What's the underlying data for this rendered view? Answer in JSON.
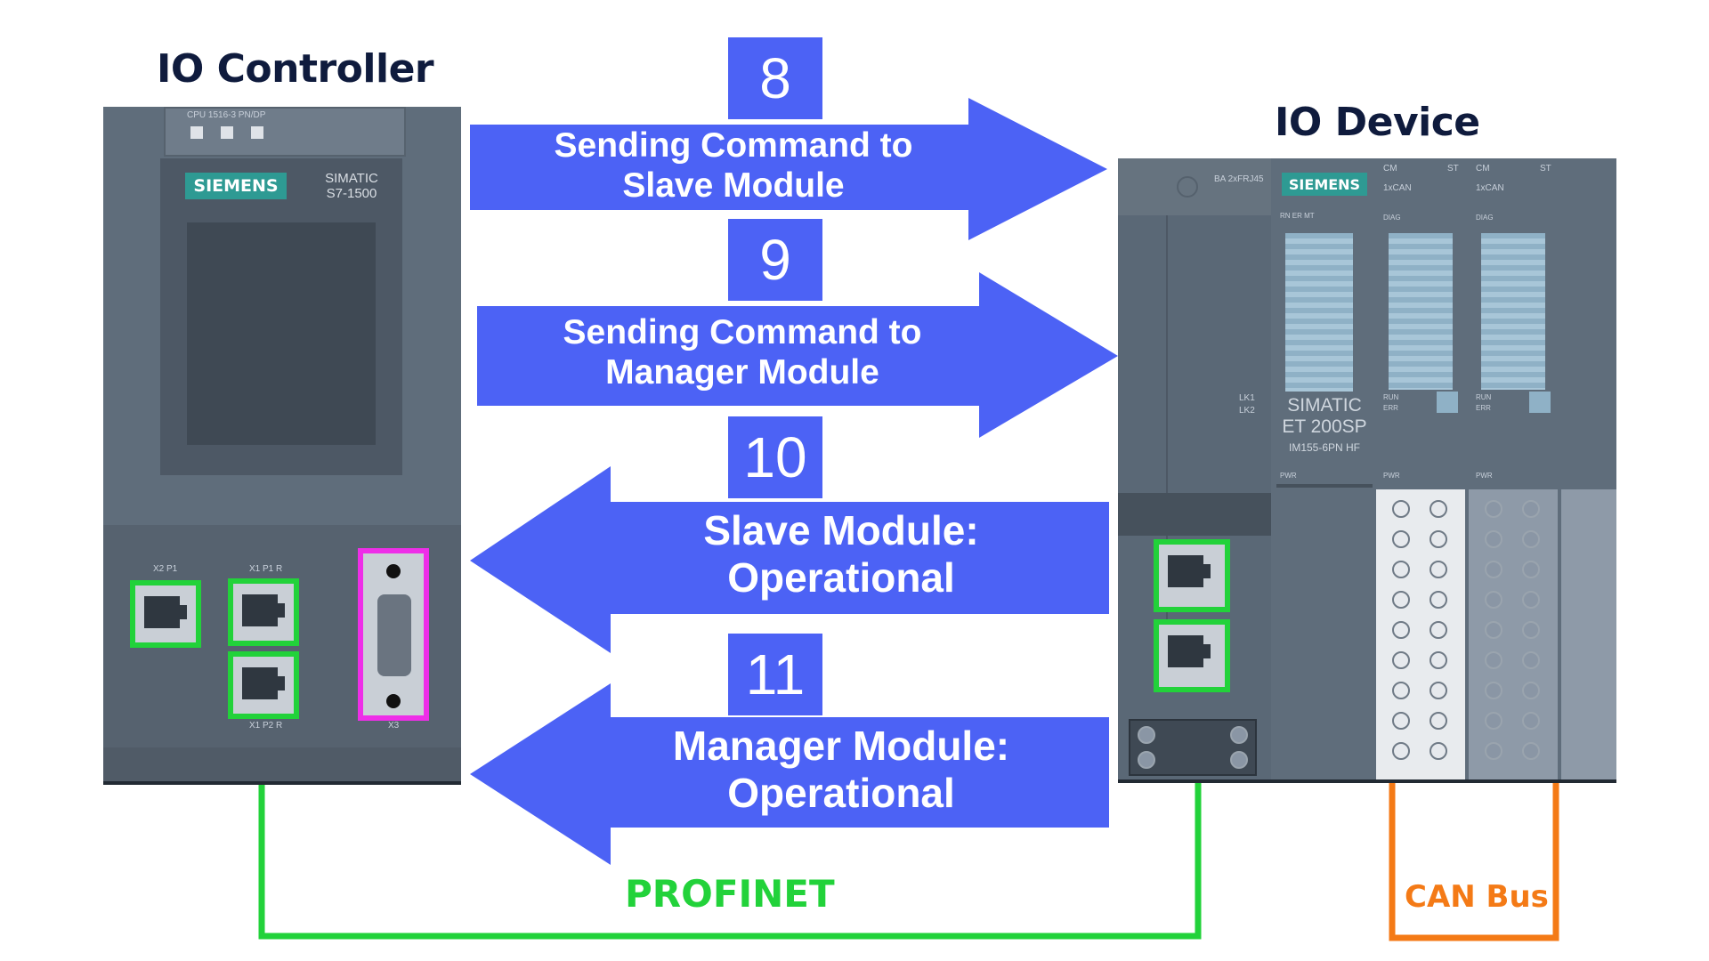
{
  "controller": {
    "title": "IO Controller",
    "cpu_label": "CPU 1516-3 PN/DP",
    "brand": "SIEMENS",
    "model_line1": "SIMATIC",
    "model_line2": "S7-1500",
    "port_x2p1": "X2 P1",
    "port_x1p1": "X1 P1 R",
    "port_x1p2": "X1 P2 R",
    "port_x3": "X3"
  },
  "device": {
    "title": "IO Device",
    "ba_label": "BA 2xFRJ45",
    "brand": "SIEMENS",
    "led_labels": "RN  ER  MT",
    "lk1": "LK1",
    "lk2": "LK2",
    "model_line1": "SIMATIC",
    "model_line2": "ET 200SP",
    "model_line3": "IM155-6PN HF",
    "pwr": "PWR",
    "cm_modules": [
      {
        "cm": "CM",
        "st": "ST",
        "name": "1xCAN",
        "diag": "DIAG",
        "run": "RUN",
        "err": "ERR",
        "pwr": "PWR"
      },
      {
        "cm": "CM",
        "st": "ST",
        "name": "1xCAN",
        "diag": "DIAG",
        "run": "RUN",
        "err": "ERR",
        "pwr": "PWR"
      }
    ]
  },
  "steps": [
    {
      "number": "8",
      "line1": "Sending Command to",
      "line2": "Slave Module",
      "direction": "right"
    },
    {
      "number": "9",
      "line1": "Sending Command to",
      "line2": "Manager Module",
      "direction": "right"
    },
    {
      "number": "10",
      "line1": "Slave Module:",
      "line2": "Operational",
      "direction": "left"
    },
    {
      "number": "11",
      "line1": "Manager Module:",
      "line2": "Operational",
      "direction": "left"
    }
  ],
  "connections": {
    "profinet": "PROFINET",
    "can_bus": "CAN Bus"
  },
  "colors": {
    "arrow": "#4c62f5",
    "profinet": "#22d23a",
    "can_bus": "#f47a16",
    "serial_port": "#ee2ee8",
    "title_text": "#0f1b3d"
  }
}
